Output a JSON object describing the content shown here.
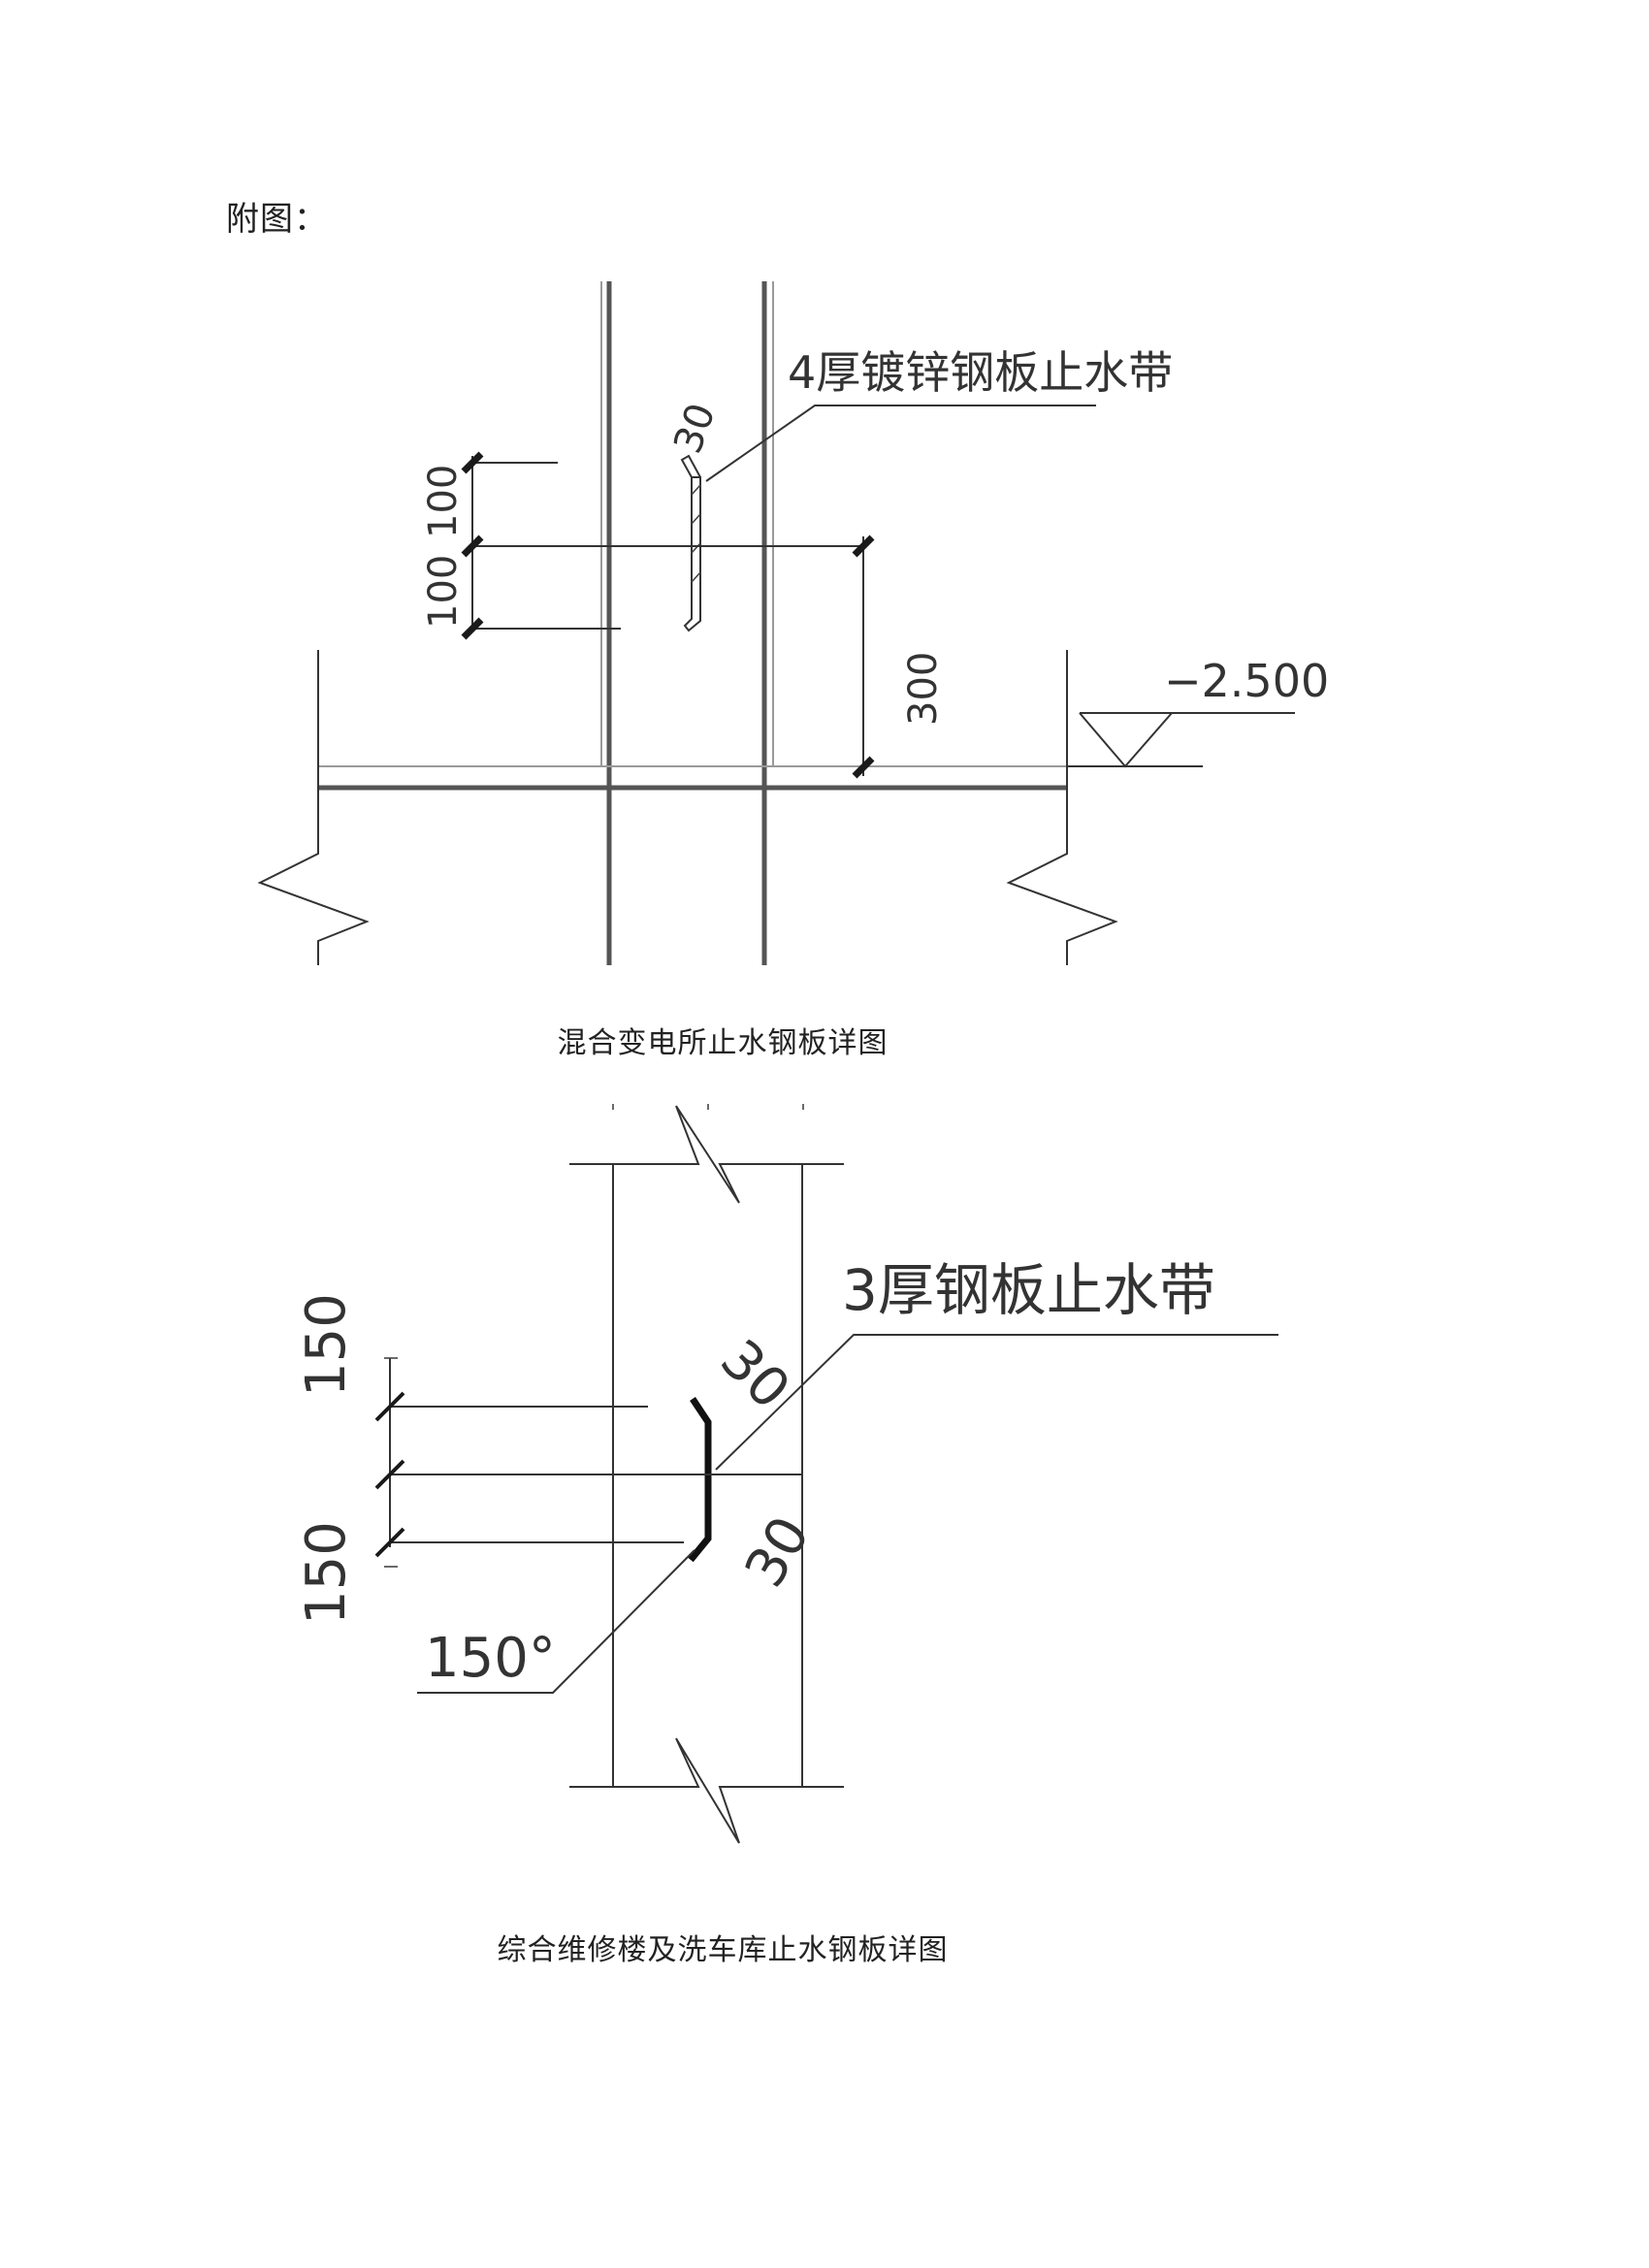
{
  "heading": "附图：",
  "figure1": {
    "caption": "混合变电所止水钢板详图",
    "callout_label": "4厚镀锌钢板止水带",
    "bend_dim": "30",
    "dim_upper": "100",
    "dim_lower": "100",
    "dim_height": "300",
    "elevation": "−2.500"
  },
  "figure2": {
    "caption": "综合维修楼及洗车库止水钢板详图",
    "callout_label": "3厚钢板止水带",
    "bend_dim_top": "30",
    "bend_dim_bottom": "30",
    "dim_upper": "150",
    "dim_lower": "150",
    "angle": "150°"
  }
}
